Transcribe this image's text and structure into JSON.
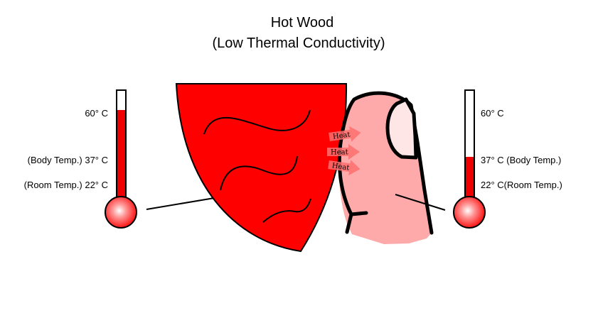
{
  "title": {
    "line1": "Hot Wood",
    "line2": "(Low Thermal Conductivity)"
  },
  "left_thermometer": {
    "label_60": "60° C",
    "label_body": "(Body Temp.) 37° C",
    "label_room": "(Room Temp.) 22° C",
    "fill_level_celsius": 60
  },
  "right_thermometer": {
    "label_60": "60° C",
    "label_body": "37° C (Body Temp.)",
    "label_room": "22° C(Room Temp.)",
    "fill_level_celsius": 37
  },
  "heat_arrows": [
    "Heat",
    "Heat",
    "Heat"
  ],
  "colors": {
    "wood": "#ff0000",
    "thermo_fill": "#ee0000",
    "finger": "#ffaaaa",
    "nail": "#ffe6e6",
    "outline": "#000000"
  }
}
